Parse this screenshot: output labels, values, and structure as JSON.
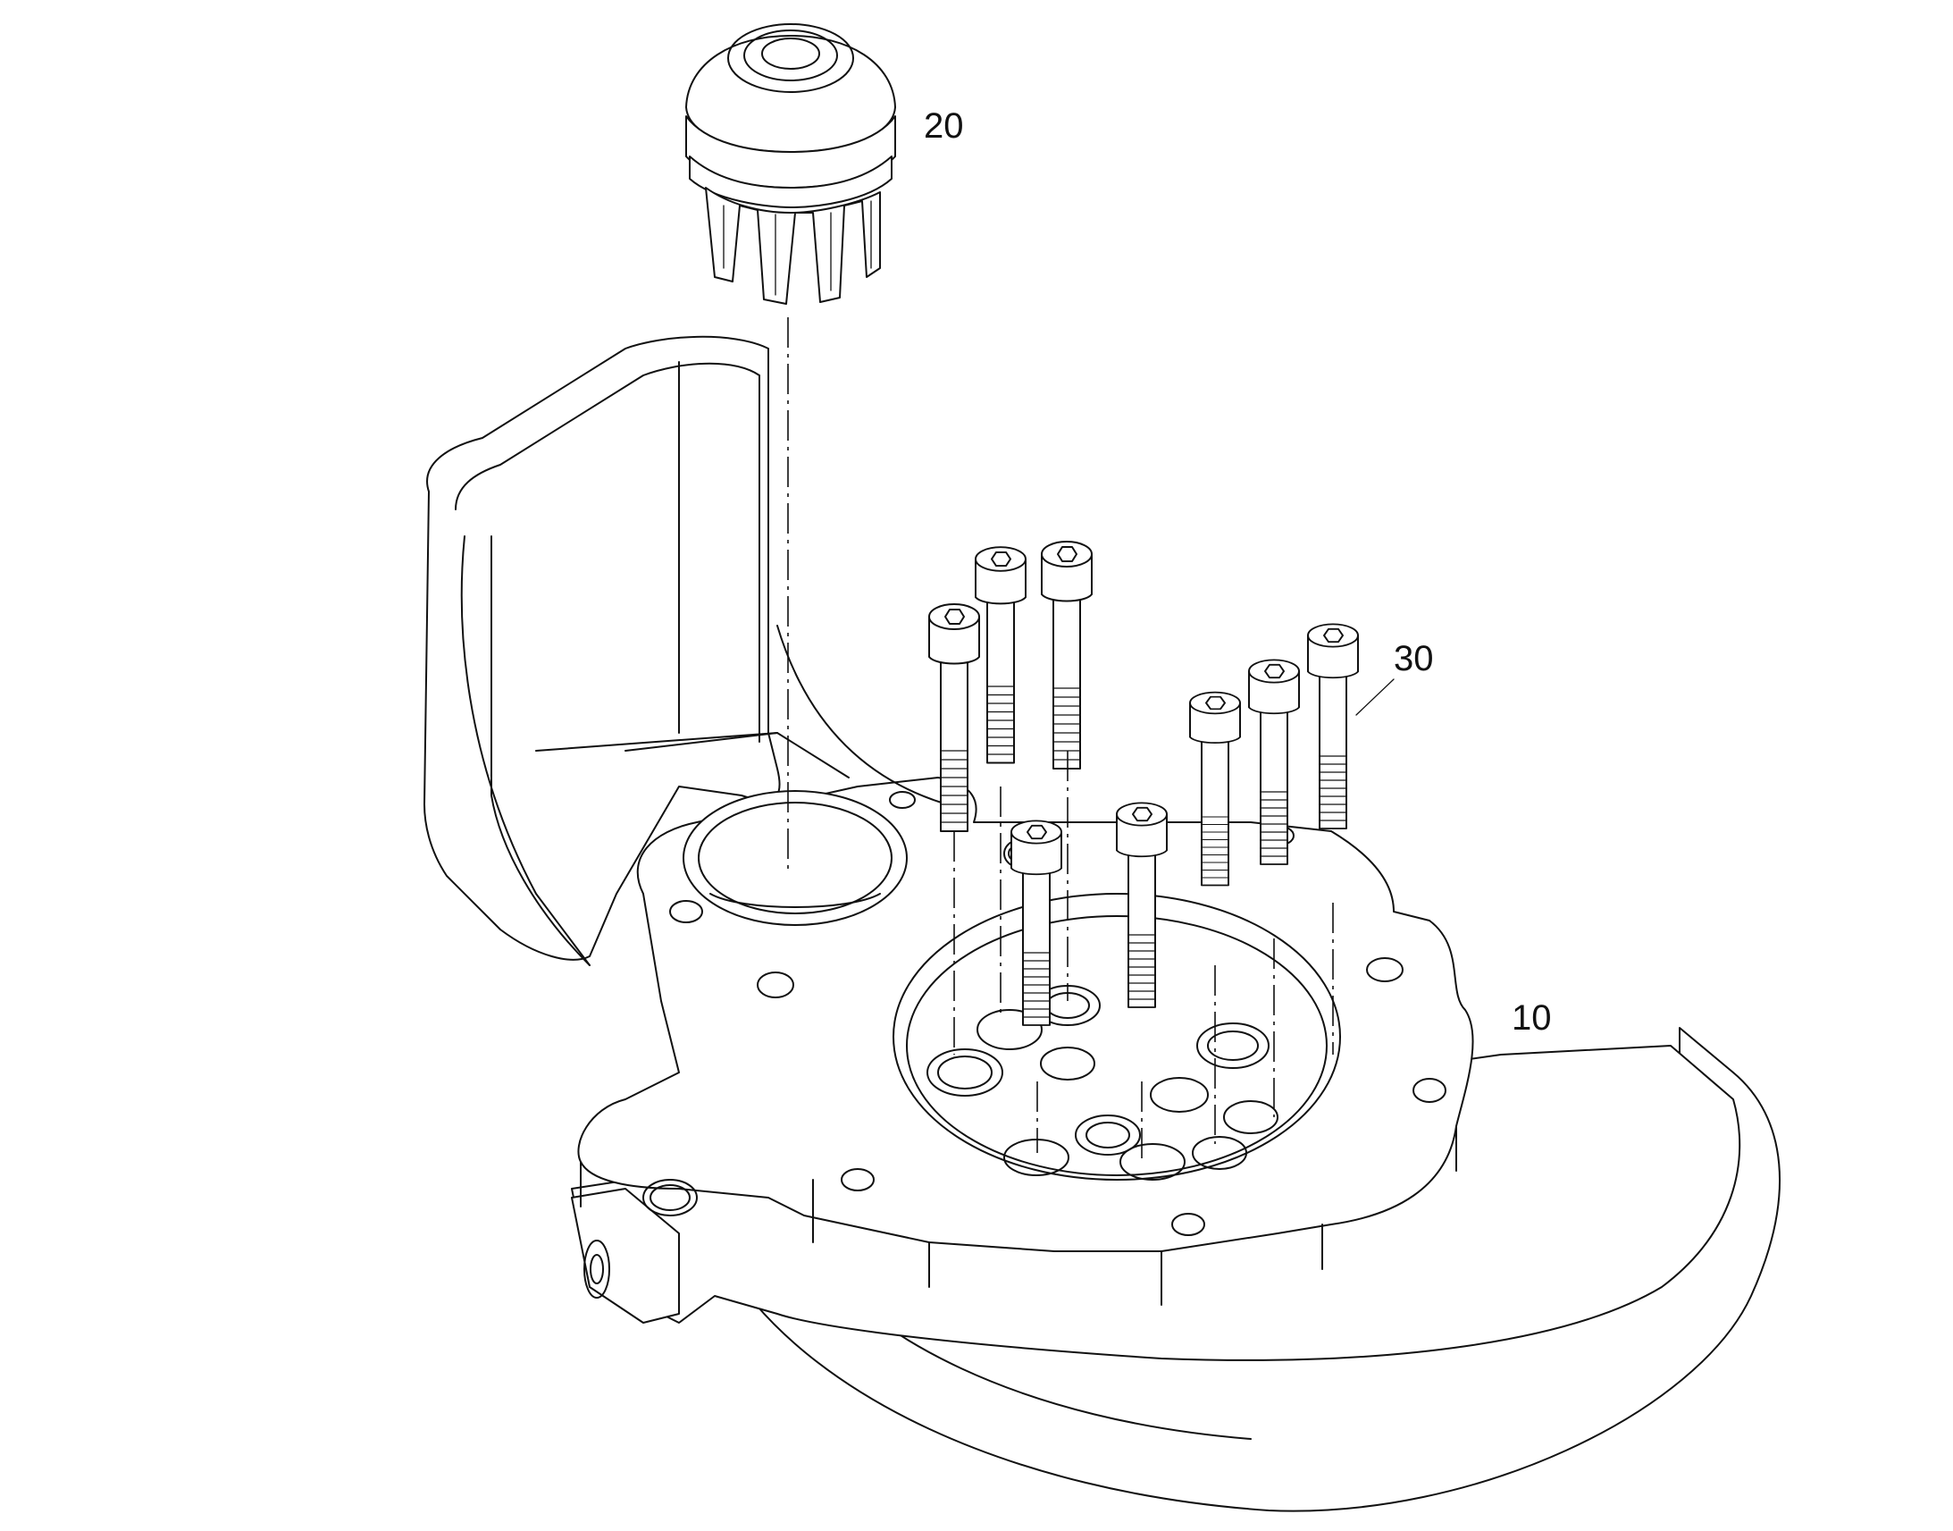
{
  "callouts": [
    {
      "id": "gear",
      "number": "20"
    },
    {
      "id": "bolt",
      "number": "30"
    },
    {
      "id": "housing",
      "number": "10"
    }
  ]
}
